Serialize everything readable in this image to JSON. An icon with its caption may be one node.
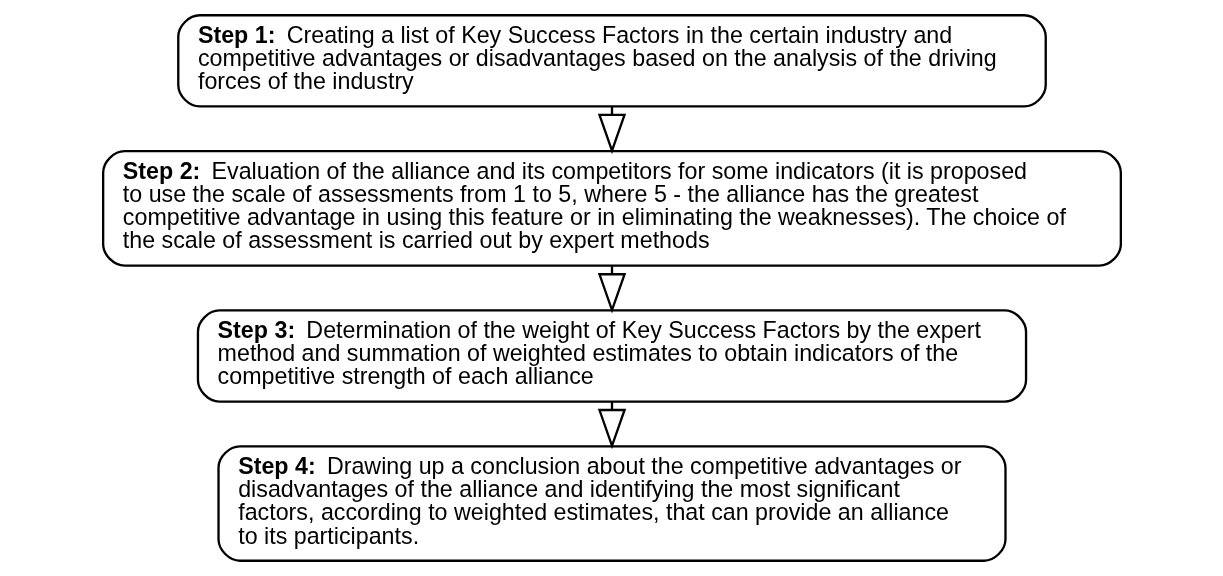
{
  "diagram": {
    "nodes": [
      {
        "text": [
          "**Step 1:** Creating a list of Key Success Factors in the certain industry and competitive advantages or disadvantages based on the analysis of the driving forces of the industry"
        ]
      },
      {
        "text": [
          "**Step 2:** Evaluation of the alliance and its competitors for some indicators (it is proposed to use the scale of assessments from 1 to 5, where 5 - the alliance has the greatest competitive advantage in using this feature or in eliminating the weaknesses). The choice of the scale of assessment is carried out by expert methods"
        ]
      },
      {
        "text": [
          "**Step 3:** Determination of the weight of Key Success Factors by the expert method and summation of weighted estimates to obtain indicators of the competitive strength of each alliance"
        ]
      },
      {
        "text": [
          "**Step 4:** Drawing up a conclusion about the competitive advantages or disadvantages of the alliance and identifying the most significant factors, according to weighted estimates, that can provide an alliance to its participants."
        ]
      }
    ],
    "edges": [
      {
        "from": 0,
        "to": 1,
        "arrow": "to"
      },
      {
        "from": 1,
        "to": 2,
        "arrow": "to"
      },
      {
        "from": 2,
        "to": 3,
        "arrow": "to"
      }
    ]
  }
}
